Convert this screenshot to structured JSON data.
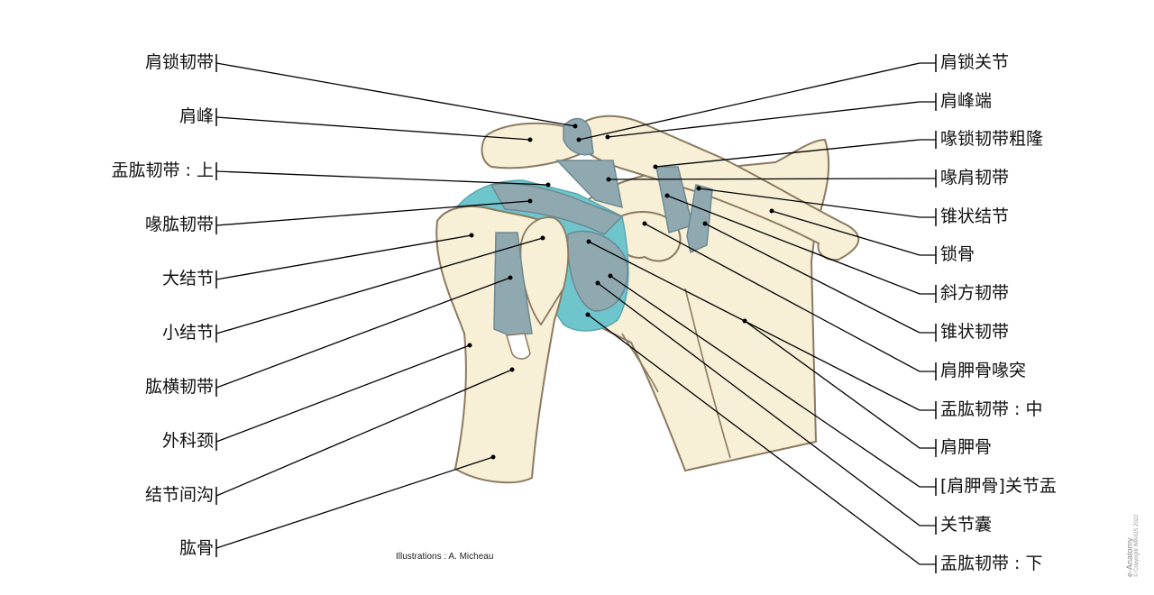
{
  "left_labels": [
    "肩锁韧带",
    "肩峰",
    "盂肱韧带 : 上",
    "喙肱韧带",
    "大结节",
    "小结节",
    "肱横韧带",
    "外科颈",
    "结节间沟",
    "肱骨"
  ],
  "right_labels": [
    "肩锁关节",
    "肩峰端",
    "喙锁韧带粗隆",
    "喙肩韧带",
    "锥状结节",
    "锁骨",
    "斜方韧带",
    "锥状韧带",
    "肩胛骨喙突",
    "盂肱韧带 : 中",
    "肩胛骨",
    "[肩胛骨]关节盂",
    "关节囊",
    "盂肱韧带 : 下"
  ],
  "credit": "Illustrations : A. Micheau",
  "watermark": {
    "brand": "e-Anatomy",
    "copyright": "© Copyright IMAIOS 2022"
  },
  "colors": {
    "bone": "#f7efd6",
    "bone_outline": "#8a7a60",
    "ligament": "#90a9b1",
    "capsule": "#6ec5cc",
    "line": "#000000"
  }
}
